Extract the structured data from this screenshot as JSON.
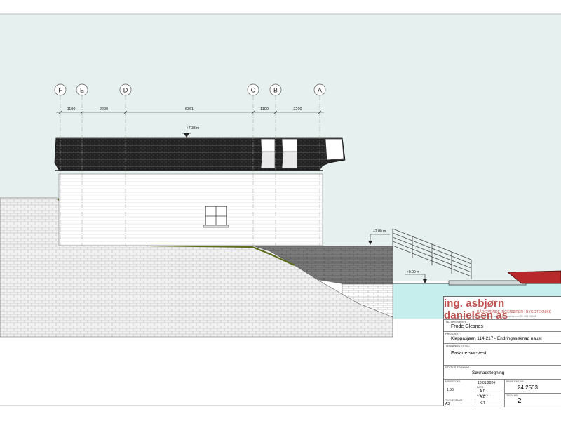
{
  "gridlines": [
    {
      "letter": "F"
    },
    {
      "letter": "E"
    },
    {
      "letter": "D"
    },
    {
      "letter": "C"
    },
    {
      "letter": "B"
    },
    {
      "letter": "A"
    }
  ],
  "dimensions": [
    "1100",
    "2200",
    "6361",
    "1100",
    "2200"
  ],
  "levels": {
    "roof": "+7.38 m",
    "quay": "+2.00 m",
    "zero": "+0.00 m"
  },
  "colors": {
    "sky": "#e6f1ef",
    "roof": "#252525",
    "water": "#c6eeec",
    "accent": "#c0504d"
  },
  "titleblock": {
    "company": "ing. asbjørn danielsen as",
    "tagline": "RÅDGIVENDE INGENIØRER I BYGGTEKNIKK",
    "contact": "Fjordgaten 2, 5006 Bergen    E-post: asbjorn@adanielsen.no    Tlf: 908 13 115",
    "client_label": "TILTAKSHAVER:",
    "client": "Frode Glesnes",
    "project_label": "PROSJEKT:",
    "project": "Kleppasjøen 114-217 - Endringssøknad naust",
    "drawing_label": "TEGNINGSTITTEL:",
    "drawing": "Fasade sør-vest",
    "status_label": "STATUS TEGNING:",
    "status": "Søknadstegning",
    "scale_label": "MÅLESTOKK:",
    "scale": "1:50",
    "date": "10.01.2024",
    "date_label": "DATO:",
    "drawn_by": "A.D",
    "drawn_label": "KONTROLL:",
    "checked_by": "A.D",
    "format_label": "TEGNFORMAT:",
    "format": "A3",
    "controlled_by": "K.T",
    "project_no": "24.2503",
    "project_no_label": "PROSJEKT NR:",
    "drawing_no": "2",
    "drawing_no_label": "TEGN.NR:"
  }
}
